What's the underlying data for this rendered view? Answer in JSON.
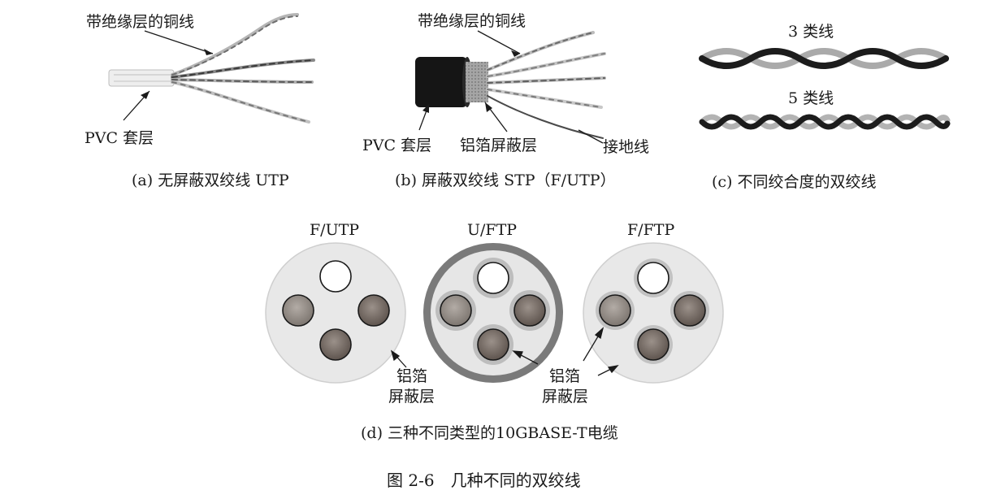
{
  "panel_a": {
    "label_wire": "带绝缘层的铜线",
    "label_jacket": "PVC 套层",
    "caption": "(a) 无屏蔽双绞线 UTP"
  },
  "panel_b": {
    "label_wire": "带绝缘层的铜线",
    "label_jacket": "PVC 套层",
    "label_foil": "铝箔屏蔽层",
    "label_ground": "接地线",
    "caption": "(b) 屏蔽双绞线 STP（F/UTP）"
  },
  "panel_c": {
    "label_cat3": "3 类线",
    "label_cat5": "5 类线",
    "caption": "(c) 不同绞合度的双绞线"
  },
  "panel_d": {
    "cable_1": "F/UTP",
    "cable_2": "U/FTP",
    "cable_3": "F/FTP",
    "foil_label_left_1": "铝箔",
    "foil_label_left_2": "屏蔽层",
    "foil_label_right_1": "铝箔",
    "foil_label_right_2": "屏蔽层",
    "caption": "(d) 三种不同类型的10GBASE-T电缆"
  },
  "figure_caption": "图 2-6　几种不同的双绞线",
  "colors": {
    "ink": "#1a1a1a",
    "disk_fill": "#e6e6e6",
    "shield_ring": "#6b6b6b",
    "conductor_dark": "#7a6f66",
    "conductor_light": "#9a938c",
    "jacket_black": "#151515"
  }
}
